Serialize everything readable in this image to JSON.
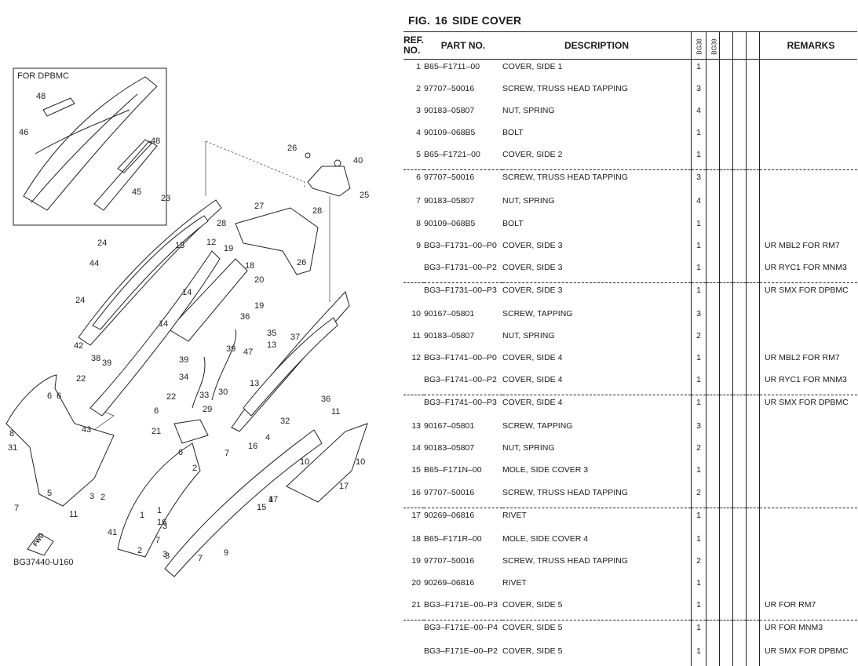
{
  "figure": {
    "fig_label": "FIG.",
    "number": "16",
    "title": "SIDE COVER"
  },
  "diagram": {
    "inset_label": "FOR DPBMC",
    "footer_code": "BG37440-U160",
    "fwd_label": "FWD",
    "callouts": [
      "48",
      "46",
      "48",
      "45",
      "26",
      "6",
      "40",
      "25",
      "23",
      "27",
      "28",
      "28",
      "24",
      "13",
      "12",
      "19",
      "44",
      "18",
      "26",
      "20",
      "14",
      "24",
      "19",
      "36",
      "14",
      "35",
      "42",
      "39",
      "39",
      "37",
      "38",
      "47",
      "13",
      "39",
      "22",
      "34",
      "13",
      "6",
      "22",
      "33",
      "30",
      "36",
      "43",
      "8",
      "6",
      "29",
      "32",
      "21",
      "31",
      "7",
      "11",
      "6",
      "16",
      "2",
      "41",
      "4",
      "1",
      "1",
      "2",
      "3",
      "7",
      "11",
      "5",
      "7",
      "10",
      "17",
      "15",
      "47",
      "16",
      "3",
      "7",
      "2",
      "3",
      "1",
      "3",
      "10",
      "9"
    ]
  },
  "table": {
    "headers": {
      "ref_line1": "REF.",
      "ref_line2": "NO.",
      "part_no": "PART NO.",
      "description": "DESCRIPTION",
      "model1": "BG38",
      "model2": "BG39",
      "remarks": "REMARKS"
    },
    "rows": [
      {
        "ref": "1",
        "part": "B65–F1711–00",
        "desc": "COVER, SIDE 1",
        "qty": "1",
        "rem": "",
        "grp": false
      },
      {
        "ref": "2",
        "part": "97707–50016",
        "desc": "SCREW, TRUSS HEAD TAPPING",
        "qty": "3",
        "rem": "",
        "grp": false
      },
      {
        "ref": "3",
        "part": "90183–05807",
        "desc": "NUT, SPRING",
        "qty": "4",
        "rem": "",
        "grp": false
      },
      {
        "ref": "4",
        "part": "90109–068B5",
        "desc": "BOLT",
        "qty": "1",
        "rem": "",
        "grp": false
      },
      {
        "ref": "5",
        "part": "B65–F1721–00",
        "desc": "COVER, SIDE 2",
        "qty": "1",
        "rem": "",
        "grp": false
      },
      {
        "ref": "6",
        "part": "97707–50016",
        "desc": "SCREW, TRUSS HEAD TAPPING",
        "qty": "3",
        "rem": "",
        "grp": true
      },
      {
        "ref": "7",
        "part": "90183–05807",
        "desc": "NUT, SPRING",
        "qty": "4",
        "rem": "",
        "grp": false
      },
      {
        "ref": "8",
        "part": "90109–068B5",
        "desc": "BOLT",
        "qty": "1",
        "rem": "",
        "grp": false
      },
      {
        "ref": "9",
        "part": "BG3–F1731–00–P0",
        "desc": "COVER, SIDE 3",
        "qty": "1",
        "rem": "UR MBL2 FOR RM7",
        "grp": false
      },
      {
        "ref": "",
        "part": "BG3–F1731–00–P2",
        "desc": "COVER, SIDE 3",
        "qty": "1",
        "rem": "UR RYC1 FOR MNM3",
        "grp": false
      },
      {
        "ref": "",
        "part": "BG3–F1731–00–P3",
        "desc": "COVER, SIDE 3",
        "qty": "1",
        "rem": "UR SMX FOR DPBMC",
        "grp": true
      },
      {
        "ref": "10",
        "part": "90167–05801",
        "desc": "SCREW, TAPPING",
        "qty": "3",
        "rem": "",
        "grp": false
      },
      {
        "ref": "11",
        "part": "90183–05807",
        "desc": "NUT, SPRING",
        "qty": "2",
        "rem": "",
        "grp": false
      },
      {
        "ref": "12",
        "part": "BG3–F1741–00–P0",
        "desc": "COVER, SIDE 4",
        "qty": "1",
        "rem": "UR MBL2 FOR RM7",
        "grp": false
      },
      {
        "ref": "",
        "part": "BG3–F1741–00–P2",
        "desc": "COVER, SIDE 4",
        "qty": "1",
        "rem": "UR RYC1 FOR MNM3",
        "grp": false
      },
      {
        "ref": "",
        "part": "BG3–F1741–00–P3",
        "desc": "COVER, SIDE 4",
        "qty": "1",
        "rem": "UR SMX FOR DPBMC",
        "grp": true
      },
      {
        "ref": "13",
        "part": "90167–05801",
        "desc": "SCREW, TAPPING",
        "qty": "3",
        "rem": "",
        "grp": false
      },
      {
        "ref": "14",
        "part": "90183–05807",
        "desc": "NUT, SPRING",
        "qty": "2",
        "rem": "",
        "grp": false
      },
      {
        "ref": "15",
        "part": "B65–F171N–00",
        "desc": "MOLE, SIDE COVER 3",
        "qty": "1",
        "rem": "",
        "grp": false
      },
      {
        "ref": "16",
        "part": "97707–50016",
        "desc": "SCREW, TRUSS HEAD TAPPING",
        "qty": "2",
        "rem": "",
        "grp": false
      },
      {
        "ref": "17",
        "part": "90269–06816",
        "desc": "RIVET",
        "qty": "1",
        "rem": "",
        "grp": true
      },
      {
        "ref": "18",
        "part": "B65–F171R–00",
        "desc": "MOLE, SIDE COVER 4",
        "qty": "1",
        "rem": "",
        "grp": false
      },
      {
        "ref": "19",
        "part": "97707–50016",
        "desc": "SCREW, TRUSS HEAD TAPPING",
        "qty": "2",
        "rem": "",
        "grp": false
      },
      {
        "ref": "20",
        "part": "90269–06816",
        "desc": "RIVET",
        "qty": "1",
        "rem": "",
        "grp": false
      },
      {
        "ref": "21",
        "part": "BG3–F171E–00–P3",
        "desc": "COVER, SIDE 5",
        "qty": "1",
        "rem": "UR FOR RM7",
        "grp": false
      },
      {
        "ref": "",
        "part": "BG3–F171E–00–P4",
        "desc": "COVER, SIDE 5",
        "qty": "1",
        "rem": "UR FOR MNM3",
        "grp": true
      },
      {
        "ref": "",
        "part": "BG3–F171E–00–P2",
        "desc": "COVER, SIDE 5",
        "qty": "1",
        "rem": "UR SMX FOR DPBMC",
        "grp": false
      }
    ]
  }
}
